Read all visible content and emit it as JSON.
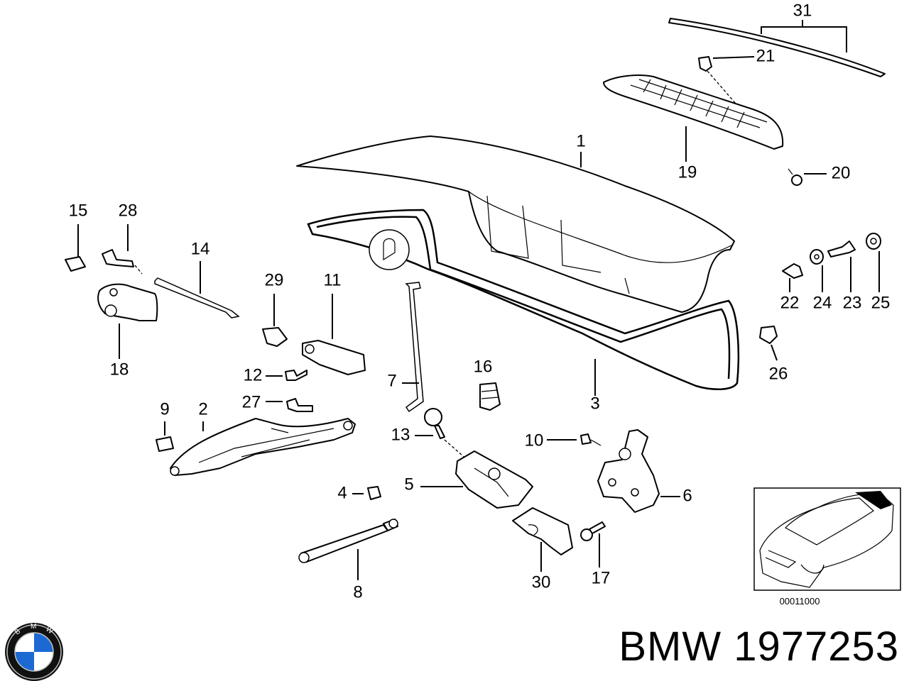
{
  "labels": {
    "n1": "1",
    "n2": "2",
    "n3": "3",
    "n4": "4",
    "n5": "5",
    "n6": "6",
    "n7": "7",
    "n8": "8",
    "n9": "9",
    "n10": "10",
    "n11": "11",
    "n12": "12",
    "n13": "13",
    "n14": "14",
    "n15": "15",
    "n16": "16",
    "n17": "17",
    "n18": "18",
    "n19": "19",
    "n20": "20",
    "n21": "21",
    "n22": "22",
    "n23": "23",
    "n24": "24",
    "n25": "25",
    "n26": "26",
    "n27": "27",
    "n28": "28",
    "n29": "29",
    "n30": "30",
    "n31": "31"
  },
  "inset_code": "00011000",
  "part_number": "BMW 1977253",
  "brand_logo": {
    "letters": "BMW",
    "colors": {
      "blue": "#1c69d4",
      "white": "#ffffff",
      "black": "#111111"
    }
  }
}
